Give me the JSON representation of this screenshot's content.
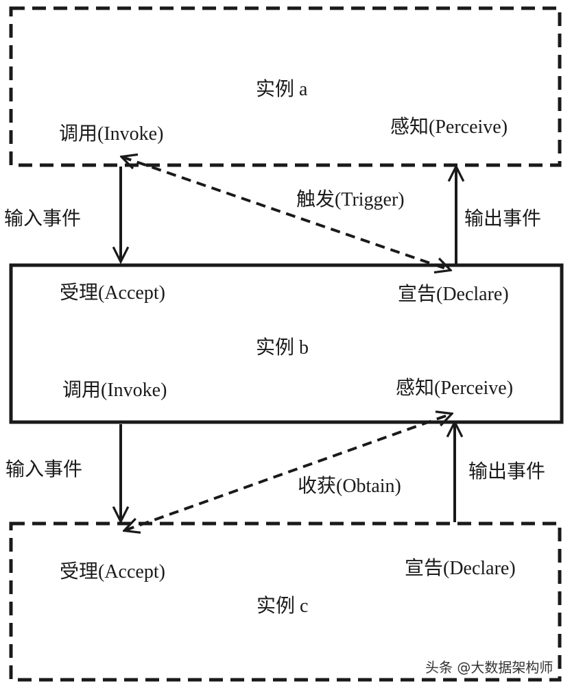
{
  "instance_a": {
    "title": "实例 a",
    "invoke": "调用(Invoke)",
    "perceive": "感知(Perceive)"
  },
  "instance_b": {
    "title": "实例 b",
    "accept": "受理(Accept)",
    "declare": "宣告(Declare)",
    "invoke": "调用(Invoke)",
    "perceive": "感知(Perceive)"
  },
  "instance_c": {
    "title": "实例 c",
    "accept": "受理(Accept)",
    "declare": "宣告(Declare)"
  },
  "edges": {
    "a_to_b_input": "输入事件",
    "b_to_a_output": "输出事件",
    "trigger": "触发(Trigger)",
    "b_to_c_input": "输入事件",
    "c_to_b_output": "输出事件",
    "obtain": "收获(Obtain)"
  },
  "watermark": "头条 @大数据架构师"
}
